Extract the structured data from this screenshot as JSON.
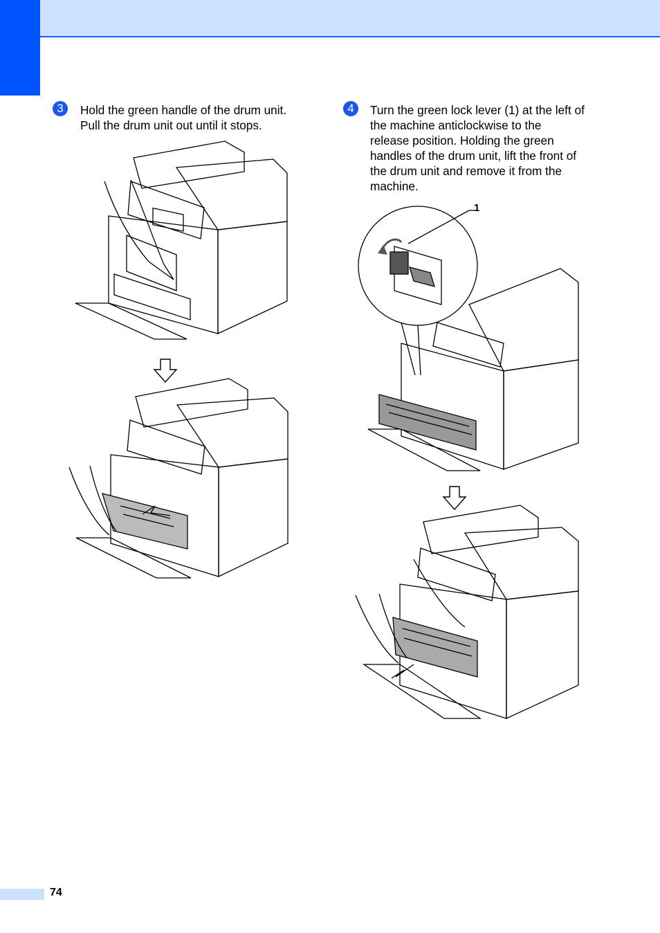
{
  "steps": [
    {
      "number": "3",
      "text": "Hold the green handle of the drum unit.\nPull the drum unit out until it stops."
    },
    {
      "number": "4",
      "text": "Turn the green lock lever (1) at the left of\nthe machine anticlockwise to the\nrelease position. Holding the green\nhandles of the drum unit, lift the front of\nthe drum unit and remove it from the\nmachine."
    }
  ],
  "callout_label": "1",
  "page_number": "74",
  "colors": {
    "header_band": "#cce0ff",
    "chapter_tab": "#0055ff",
    "step_badge": "#1a56e8"
  },
  "icons": [
    "down-arrow-icon",
    "rotate-arrow-icon"
  ]
}
